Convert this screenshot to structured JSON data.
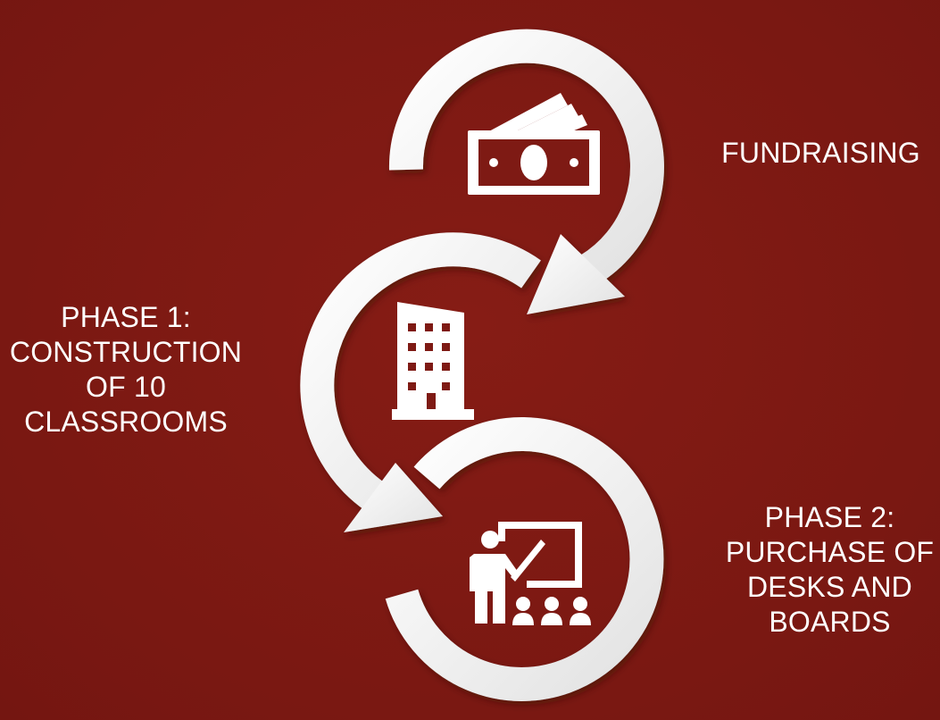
{
  "stages": [
    {
      "label": "FUNDRAISING",
      "icon": "money-icon"
    },
    {
      "label": "PHASE 1:\nCONSTRUCTION\nOF 10\nCLASSROOMS",
      "icon": "building-icon"
    },
    {
      "label": "PHASE 2:\nPURCHASE OF\nDESKS AND\nBOARDS",
      "icon": "teacher-classroom-icon"
    }
  ],
  "colors": {
    "background": "#7e1a14",
    "arrow": "#f4f4f4",
    "icon": "#ffffff",
    "text": "#ffffff"
  }
}
